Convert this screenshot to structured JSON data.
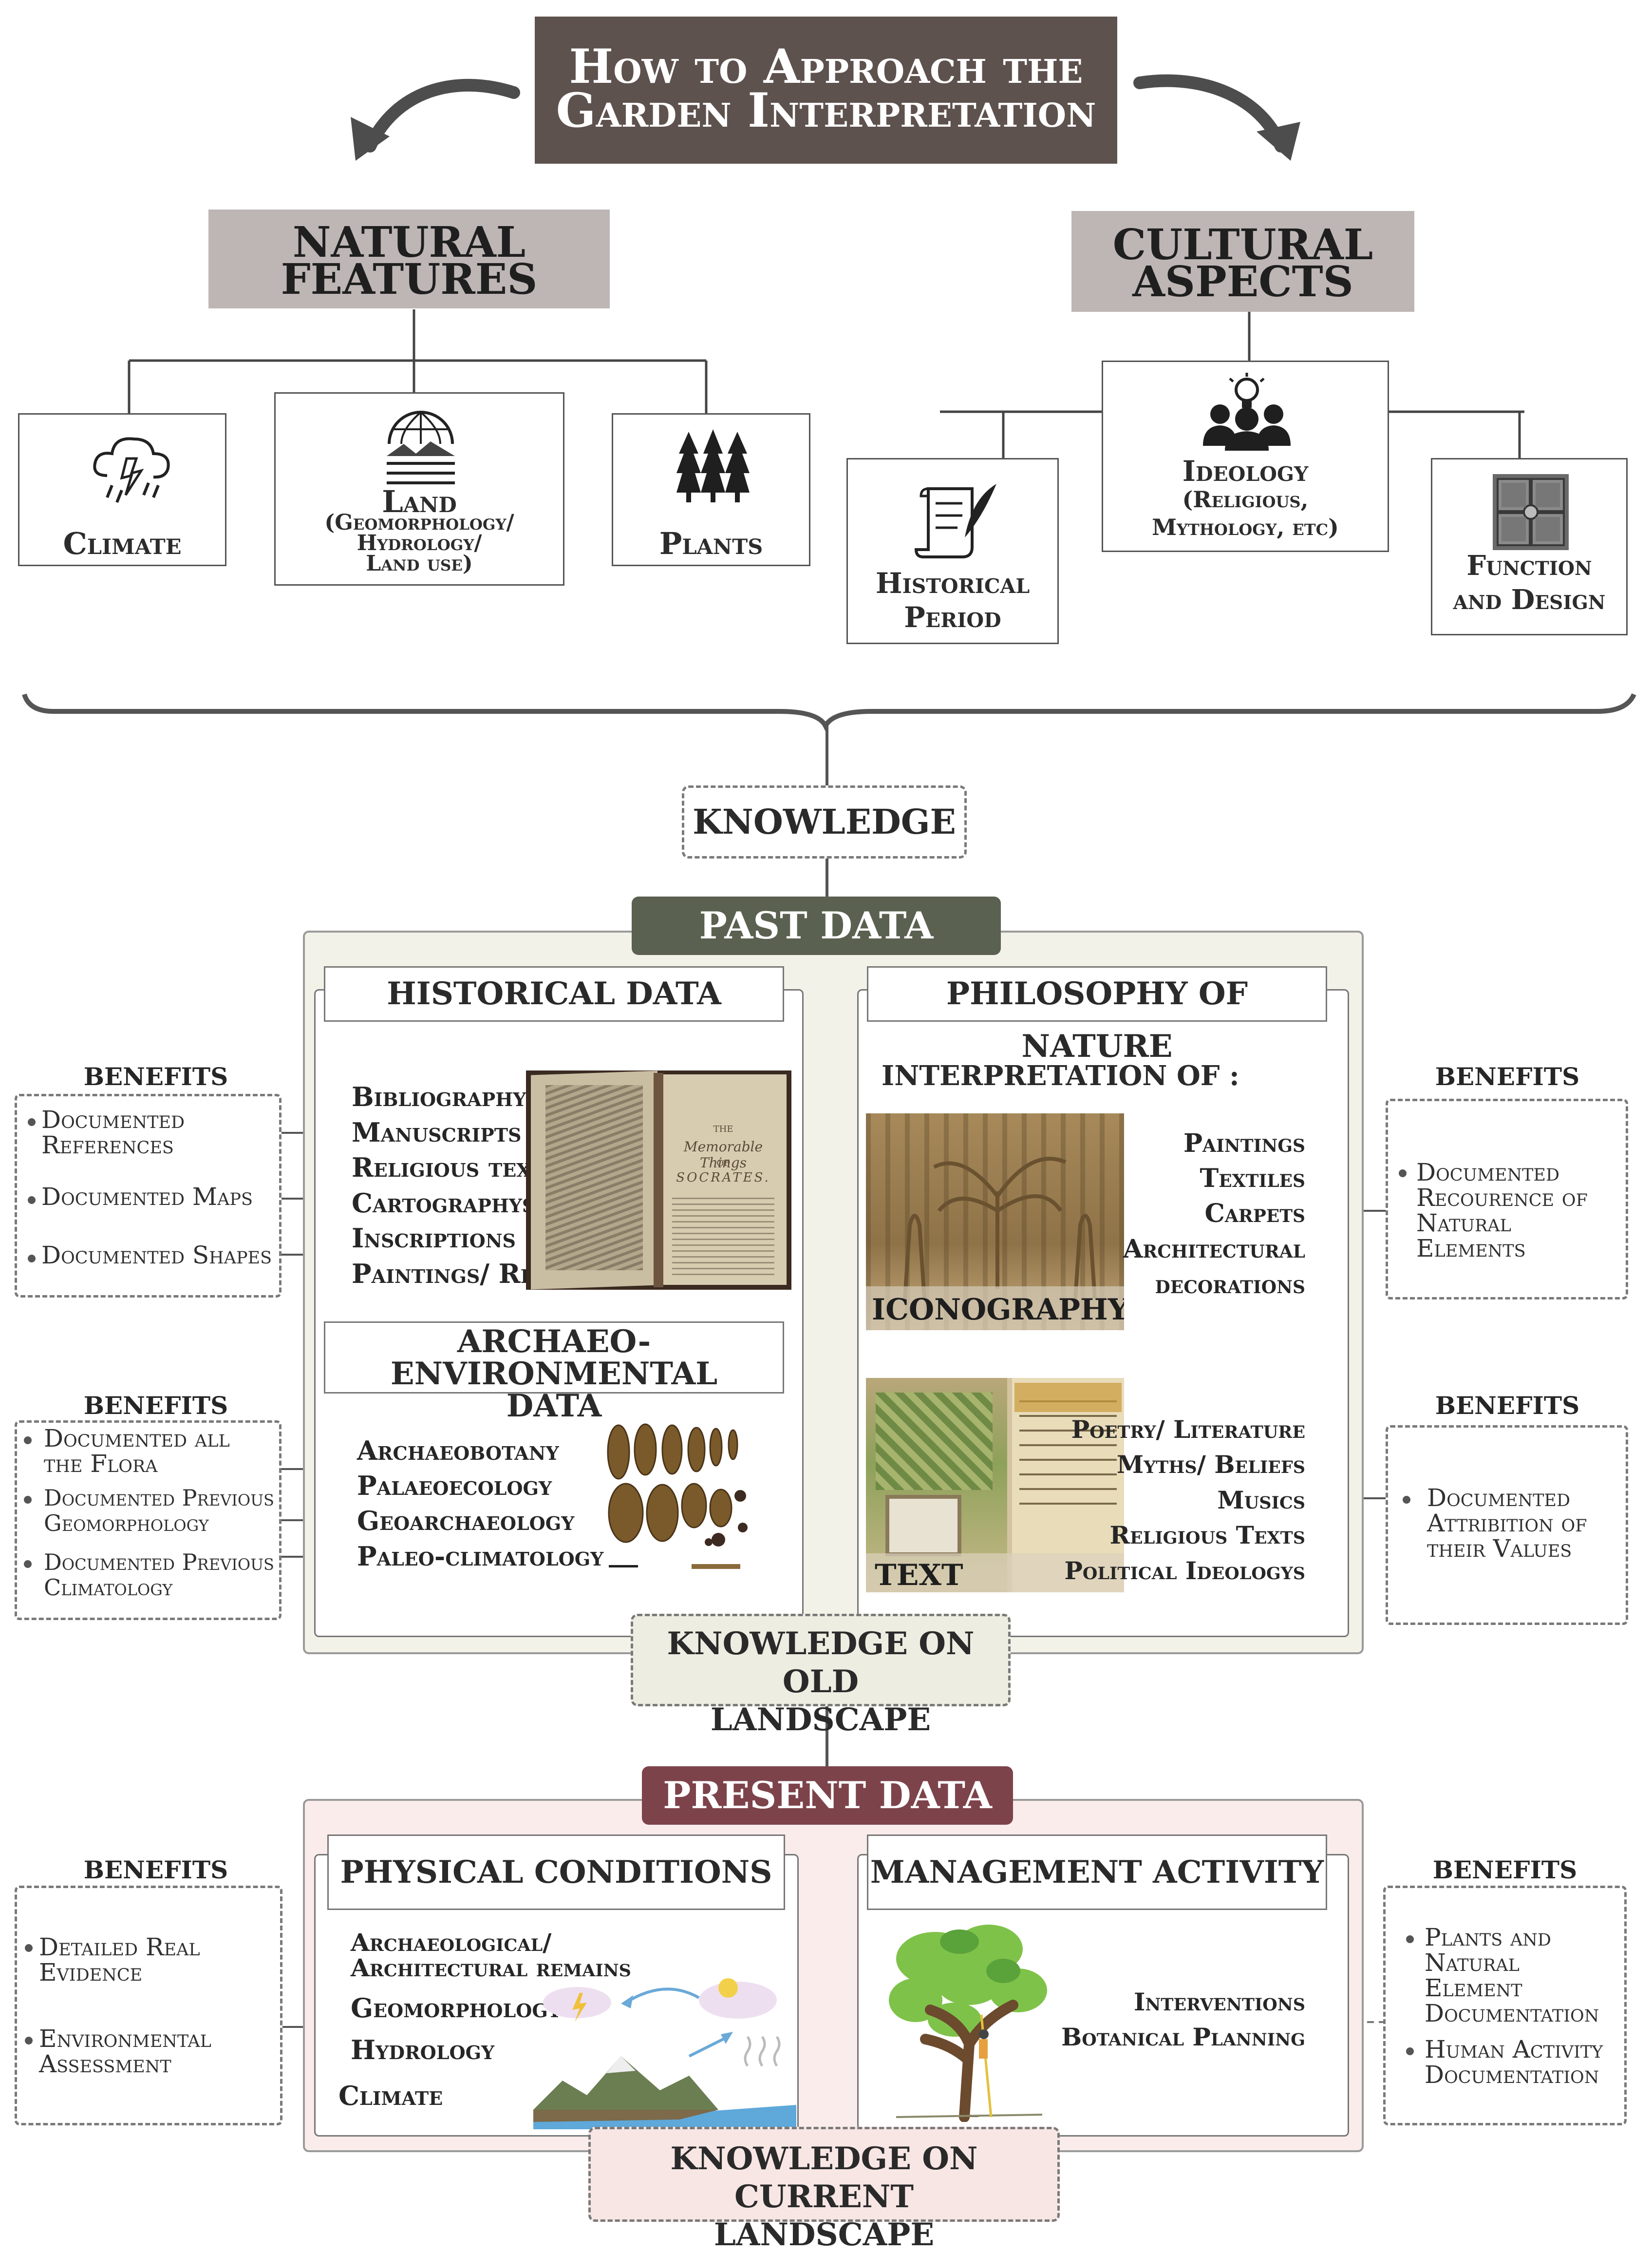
{
  "header": {
    "line1": "How to Approach the",
    "line2": "Garden Interpretation"
  },
  "natural": {
    "title_line1": "NATURAL",
    "title_line2": "FEATURES",
    "climate": "Climate",
    "land": "Land",
    "land_sub1": "(Geomorphology/",
    "land_sub2": "Hydrology/",
    "land_sub3": "Land use)",
    "plants": "Plants"
  },
  "cultural": {
    "title_line1": "CULTURAL",
    "title_line2": "ASPECTS",
    "ideology": "Ideology",
    "ideology_sub1": "(Religious,",
    "ideology_sub2": "Mythology, etc)",
    "historical_line1": "Historical",
    "historical_line2": "Period",
    "function_line1": "Function",
    "function_line2": "and Design"
  },
  "knowledge": "KNOWLEDGE",
  "past": {
    "title": "PAST DATA",
    "historical_title": "HISTORICAL DATA",
    "historical_items": [
      "Bibliography",
      "Manuscripts",
      "Religious texts",
      "Cartographys",
      "Inscriptions",
      "Paintings/ Reliefs"
    ],
    "archaeo_title_line1": "ARCHAEO-ENVIRONMENTAL",
    "archaeo_title_line2": "DATA",
    "archaeo_items": [
      "Archaeobotany",
      "Palaeoecology",
      "Geoarchaeology",
      "Paleo-climatology"
    ],
    "philosophy_title": "PHILOSOPHY OF NATURE",
    "interpretation_label": "INTERPRETATION OF :",
    "iconography_label": "ICONOGRAPHY",
    "iconography_items": [
      "Paintings",
      "Textiles",
      "Carpets",
      "Architectural",
      "decorations"
    ],
    "text_label": "TEXT",
    "text_items": [
      "Poetry/ Literature",
      "Myths/ Beliefs",
      "Musics",
      "Religious Texts",
      "Political Ideologys"
    ],
    "book_text": [
      "THE",
      "Memorable Things",
      "OF",
      "SOCRATES."
    ],
    "knowledge_old_line1": "KNOWLEDGE ON OLD",
    "knowledge_old_line2": "LANDSCAPE"
  },
  "benefits": {
    "head": "BENEFITS",
    "historical": [
      "Documented References",
      "Documented Maps",
      "Documented Shapes"
    ],
    "archaeo": [
      "Documented all the Flora",
      "Documented Previous Geomorphology",
      "Documented Previous Climatology"
    ],
    "iconography": [
      "Documented Recourence of Natural Elements"
    ],
    "text": [
      "Documented Attribition of their Values"
    ],
    "physical": [
      "Detailed Real Evidence",
      "Environmental Assessment"
    ],
    "management": [
      "Plants and Natural Element Documentation",
      "Human Activity Documentation"
    ]
  },
  "present": {
    "title": "PRESENT DATA",
    "physical_title": "PHYSICAL CONDITIONS",
    "physical_items": [
      "Archaeological/",
      "Architectural remains",
      "Geomorphology",
      "Hydrology",
      "Climate"
    ],
    "management_title": "MANAGEMENT ACTIVITY",
    "management_items": [
      "Interventions",
      "Botanical Planning"
    ],
    "knowledge_current_line1": "KNOWLEDGE ON CURRENT",
    "knowledge_current_line2": "LANDSCAPE"
  },
  "colors": {
    "header_bg": "#5e524e",
    "grey_heading": "#bdb6b5",
    "past_title": "#5b6150",
    "past_bg": "#f3f2e8",
    "present_title": "#7d434b",
    "present_bg": "#faeceb"
  },
  "icons": [
    "storm-cloud-icon",
    "globe-landscape-icon",
    "pine-trees-icon",
    "scroll-quill-icon",
    "people-lightbulb-icon",
    "garden-plan-icon",
    "water-cycle-icon",
    "tree-icon"
  ]
}
